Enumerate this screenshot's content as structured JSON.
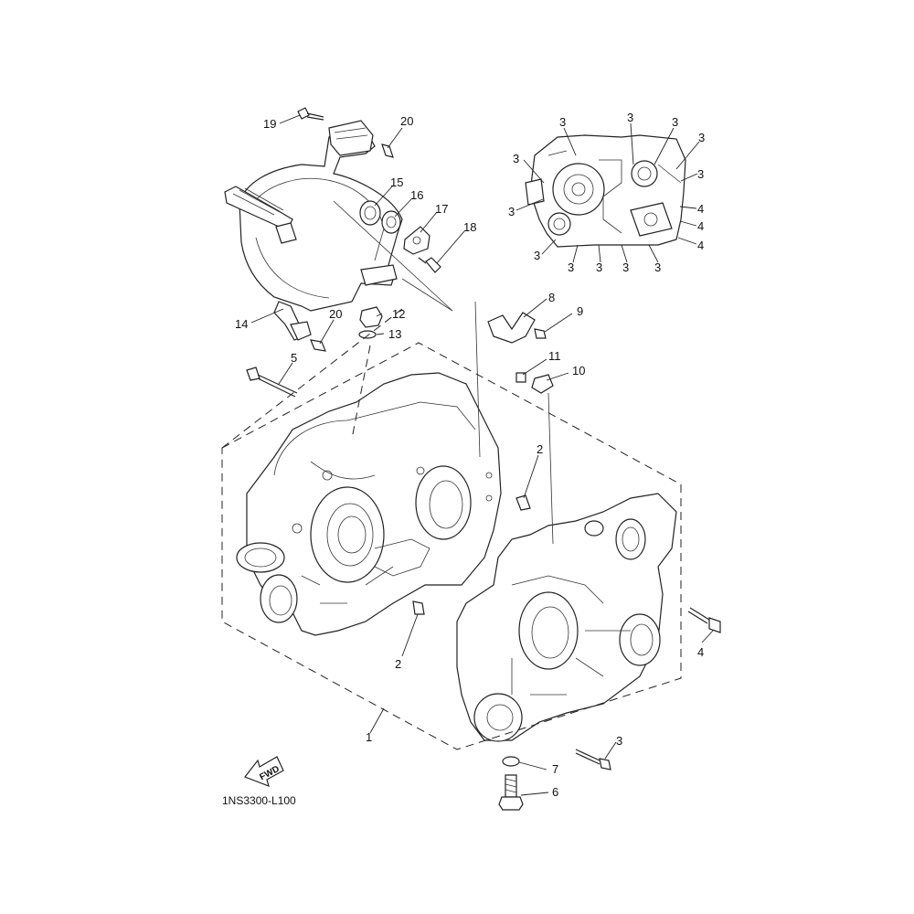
{
  "diagram_code": "1NS3300-L100",
  "fwd_label": "FWD",
  "callouts": {
    "c1": "1",
    "c2a": "2",
    "c2b": "2",
    "c3_bolt": "3",
    "c4_bolt": "4",
    "c5": "5",
    "c6": "6",
    "c7": "7",
    "c8": "8",
    "c9": "9",
    "c10": "10",
    "c11": "11",
    "c12": "12",
    "c13": "13",
    "c14": "14",
    "c15": "15",
    "c16": "16",
    "c17": "17",
    "c18": "18",
    "c19": "19",
    "c20a": "20",
    "c20b": "20"
  },
  "inset_callouts": {
    "t1": "3",
    "t2": "3",
    "t3": "3",
    "t4": "3",
    "t5": "3",
    "t6": "3",
    "t7": "3",
    "t8": "3",
    "t9": "3",
    "t10": "3",
    "t11": "3",
    "t12": "3",
    "t13": "3",
    "f1": "4",
    "f2": "4",
    "f3": "4"
  }
}
